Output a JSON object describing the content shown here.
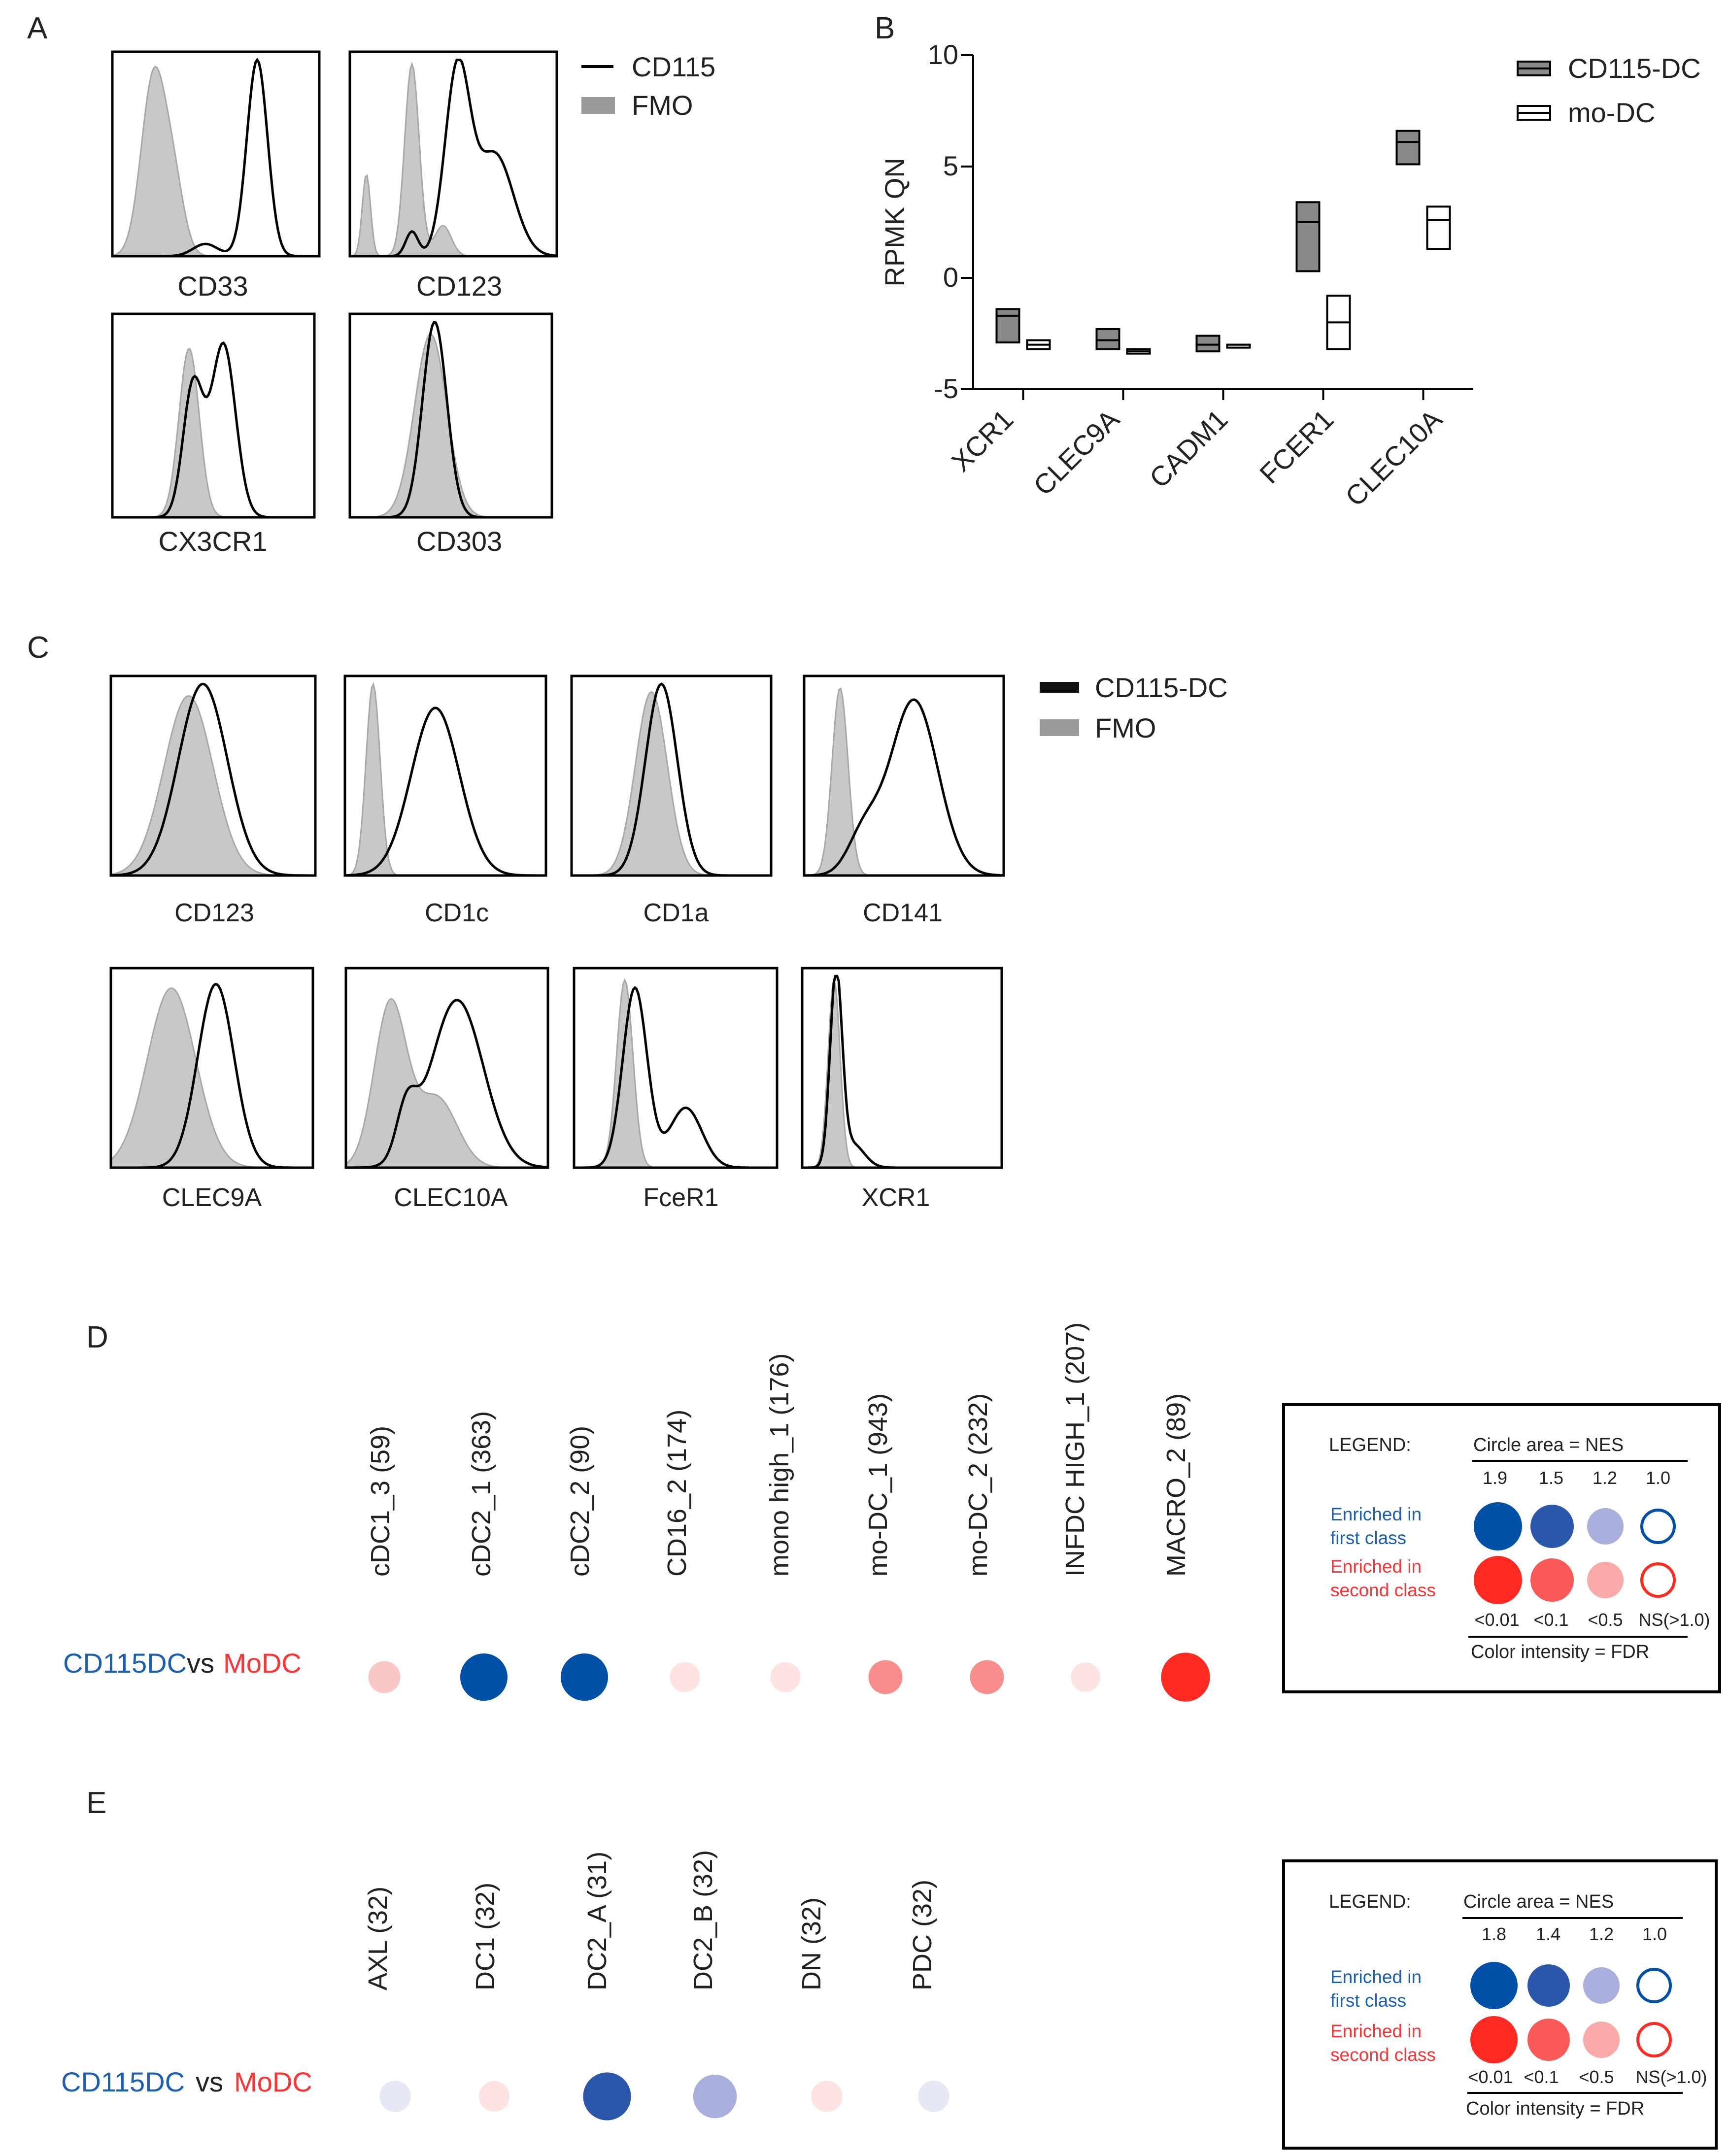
{
  "panel_labels": {
    "a": "A",
    "b": "B",
    "c": "C",
    "d": "D",
    "e": "E"
  },
  "panel_a": {
    "legend": {
      "line": "CD115",
      "fill": "FMO"
    },
    "plots": [
      "CD33",
      "CD123",
      "CX3CR1",
      "CD303"
    ]
  },
  "panel_c": {
    "legend": {
      "line": "CD115-DC",
      "fill": "FMO"
    },
    "plots": [
      "CD123",
      "CD1c",
      "CD1a",
      "CD141",
      "CLEC9A",
      "CLEC10A",
      "FceR1",
      "XCR1"
    ]
  },
  "chart_data": [
    {
      "panel": "B",
      "type": "box",
      "ylabel": "RPMK QN",
      "ylim": [
        -5,
        10
      ],
      "yticks": [
        "10",
        "5",
        "0",
        "-5"
      ],
      "categories": [
        "XCR1",
        "CLEC9A",
        "CADM1",
        "FCER1",
        "CLEC10A"
      ],
      "legend_position": "top-right",
      "series": [
        {
          "name": "CD115-DC",
          "color": "#888888",
          "filled": true,
          "boxes": [
            [
              -2.9,
              -1.7,
              -1.4
            ],
            [
              -3.2,
              -2.8,
              -2.3
            ],
            [
              -3.3,
              -3.0,
              -2.6
            ],
            [
              0.3,
              2.5,
              3.4
            ],
            [
              5.1,
              6.1,
              6.6
            ]
          ]
        },
        {
          "name": "mo-DC",
          "color": "#ffffff",
          "filled": false,
          "boxes": [
            [
              -3.2,
              -3.0,
              -2.8
            ],
            [
              -3.4,
              -3.3,
              -3.2
            ],
            [
              -3.1,
              -3.0,
              -3.0
            ],
            [
              -3.2,
              -2.0,
              -0.8
            ],
            [
              1.3,
              2.6,
              3.2
            ]
          ]
        }
      ]
    }
  ],
  "panel_d": {
    "comparison": {
      "left": "CD115DC",
      "vs": "vs",
      "right": "MoDC"
    },
    "columns": [
      "cDC1_3 (59)",
      "cDC2_1 (363)",
      "cDC2_2 (90)",
      "CD16_2 (174)",
      "mono high_1 (176)",
      "mo-DC_1 (943)",
      "mo-DC_2 (232)",
      "INFDC HIGH_1 (207)",
      "MACRO_2 (89)"
    ],
    "dots": [
      {
        "nes": 1.25,
        "color": "#f9c7c6"
      },
      {
        "nes": 1.9,
        "color": "#0050a8"
      },
      {
        "nes": 1.9,
        "color": "#0050a8"
      },
      {
        "nes": 1.1,
        "color": "#fde4e3"
      },
      {
        "nes": 1.1,
        "color": "#fde4e3"
      },
      {
        "nes": 1.4,
        "color": "#f98d8c"
      },
      {
        "nes": 1.4,
        "color": "#f98d8c"
      },
      {
        "nes": 1.05,
        "color": "#fde4e3"
      },
      {
        "nes": 2.05,
        "color": "#ff2a22"
      }
    ],
    "legend": {
      "title": "LEGEND:",
      "area": "Circle area = NES",
      "nes": [
        "1.9",
        "1.5",
        "1.2",
        "1.0"
      ],
      "first": [
        "Enriched in",
        "first class"
      ],
      "second": [
        "Enriched in",
        "second class"
      ],
      "fdr": [
        "<0.01",
        "<0.1",
        "<0.5",
        "NS(>1.0)"
      ],
      "intensity": "Color intensity = FDR"
    }
  },
  "panel_e": {
    "comparison": {
      "left": "CD115DC",
      "vs": "vs",
      "right": "MoDC"
    },
    "columns": [
      "AXL (32)",
      "DC1 (32)",
      "DC2_A (31)",
      "DC2_B (32)",
      "DN (32)",
      "PDC (32)"
    ],
    "dots": [
      {
        "nes": 1.2,
        "color": "#e6e8f6"
      },
      {
        "nes": 1.15,
        "color": "#fde4e3"
      },
      {
        "nes": 1.95,
        "color": "#2b57ab"
      },
      {
        "nes": 1.55,
        "color": "#a9aedd"
      },
      {
        "nes": 1.2,
        "color": "#fde4e3"
      },
      {
        "nes": 1.2,
        "color": "#e6e8f6"
      }
    ],
    "legend": {
      "title": "LEGEND:",
      "area": "Circle area = NES",
      "nes": [
        "1.8",
        "1.4",
        "1.2",
        "1.0"
      ],
      "first": [
        "Enriched in",
        "first class"
      ],
      "second": [
        "Enriched in",
        "second class"
      ],
      "fdr": [
        "<0.01",
        "<0.1",
        "<0.5",
        "NS(>1.0)"
      ],
      "intensity": "Color intensity = FDR"
    }
  },
  "colors": {
    "blue": "#1a5fb4",
    "red": "#ff3333",
    "fmo_gray": "#c8c8c8"
  }
}
